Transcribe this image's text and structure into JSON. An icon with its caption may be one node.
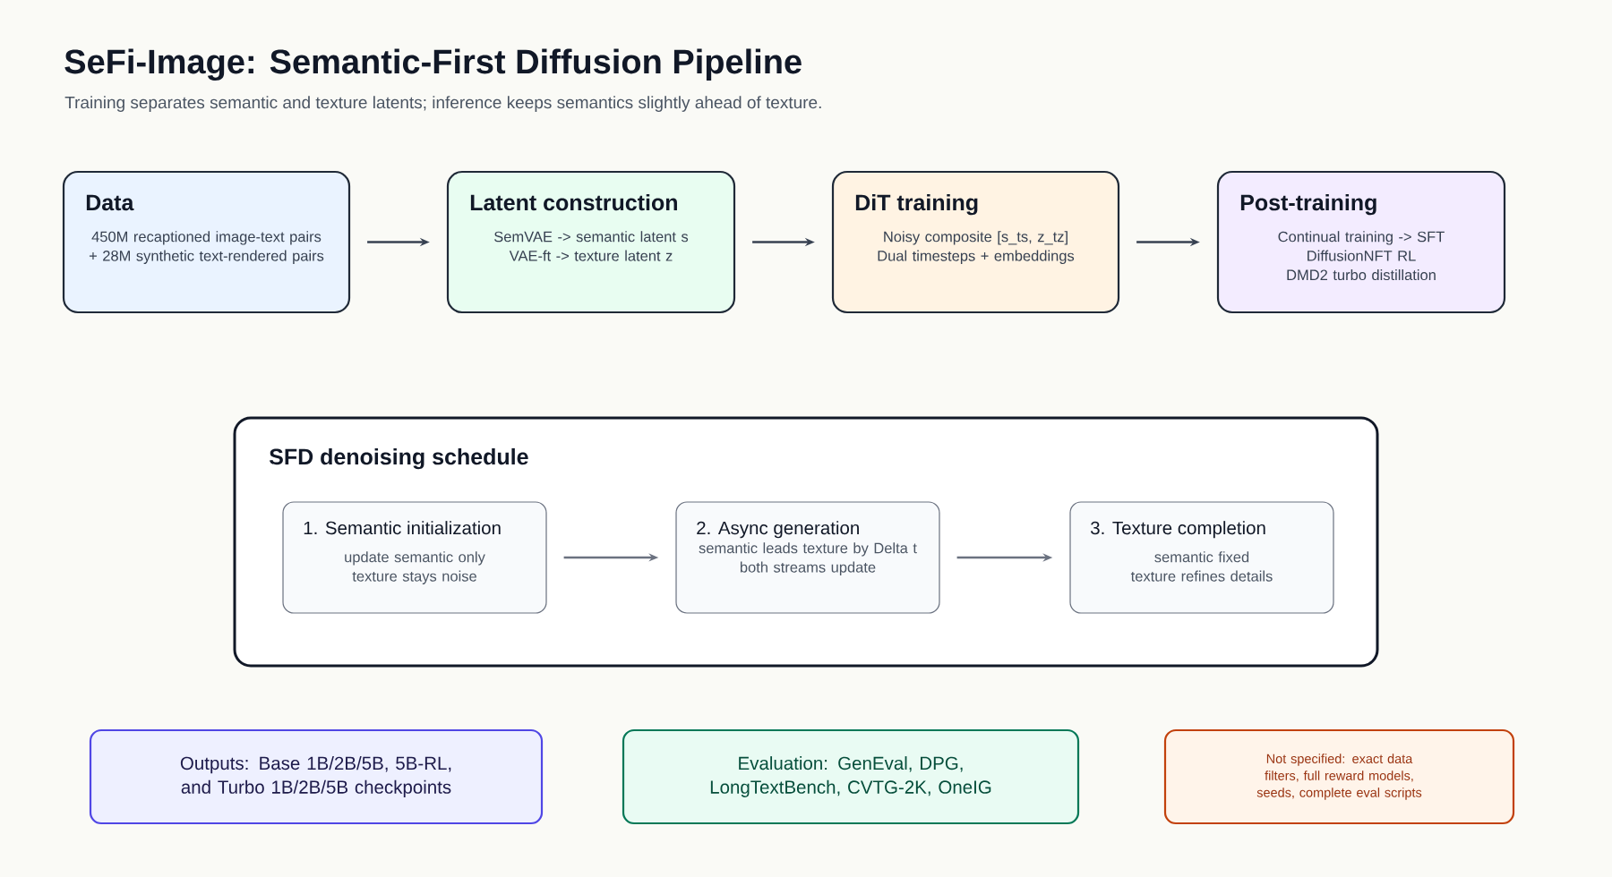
{
  "diagram": {
    "title": "SeFi-Image: Semantic-First Diffusion Pipeline",
    "caption": "Training separates semantic and texture latents; inference keeps semantics slightly ahead of texture.",
    "nodes": [
      {
        "text": [
          "Data",
          "450M recaptioned image-text pairs + 28M synthetic text-rendered pairs"
        ]
      },
      {
        "text": [
          "Latent construction",
          "SemVAE -> semantic latent s",
          "VAE-ft -> texture latent z"
        ]
      },
      {
        "text": [
          "DiT training",
          "Noisy composite [s_ts, z_tz]",
          "Dual timesteps + embeddings"
        ]
      },
      {
        "text": [
          "Post-training",
          "Continual training -> SFT",
          "DiffusionNFT RL",
          "DMD2 turbo distillation"
        ]
      },
      {
        "text": [
          "SFD denoising schedule"
        ]
      },
      {
        "text": [
          "1. Semantic initialization",
          "update semantic only",
          "texture stays noise"
        ],
        "in": 4
      },
      {
        "text": [
          "2. Async generation",
          "semantic leads texture by Delta t",
          "both streams update"
        ],
        "in": 4
      },
      {
        "text": [
          "3. Texture completion",
          "semantic fixed",
          "texture refines details"
        ],
        "in": 4
      },
      {
        "text": [
          "Outputs: Base 1B/2B/5B, 5B-RL, and Turbo 1B/2B/5B checkpoints"
        ]
      },
      {
        "text": [
          "Evaluation: GenEval, DPG, LongTextBench, CVTG-2K, OneIG"
        ]
      },
      {
        "text": [
          "Not specified: exact data filters, full reward models, seeds, complete eval scripts"
        ]
      }
    ],
    "edges": [
      {
        "from": 0,
        "to": 1,
        "arrow": "to"
      },
      {
        "from": 1,
        "to": 2,
        "arrow": "to"
      },
      {
        "from": 2,
        "to": 3,
        "arrow": "to"
      },
      {
        "from": 5,
        "to": 6,
        "arrow": "to",
        "color": "#6b7280"
      },
      {
        "from": 6,
        "to": 7,
        "arrow": "to",
        "color": "#6b7280"
      }
    ]
  }
}
